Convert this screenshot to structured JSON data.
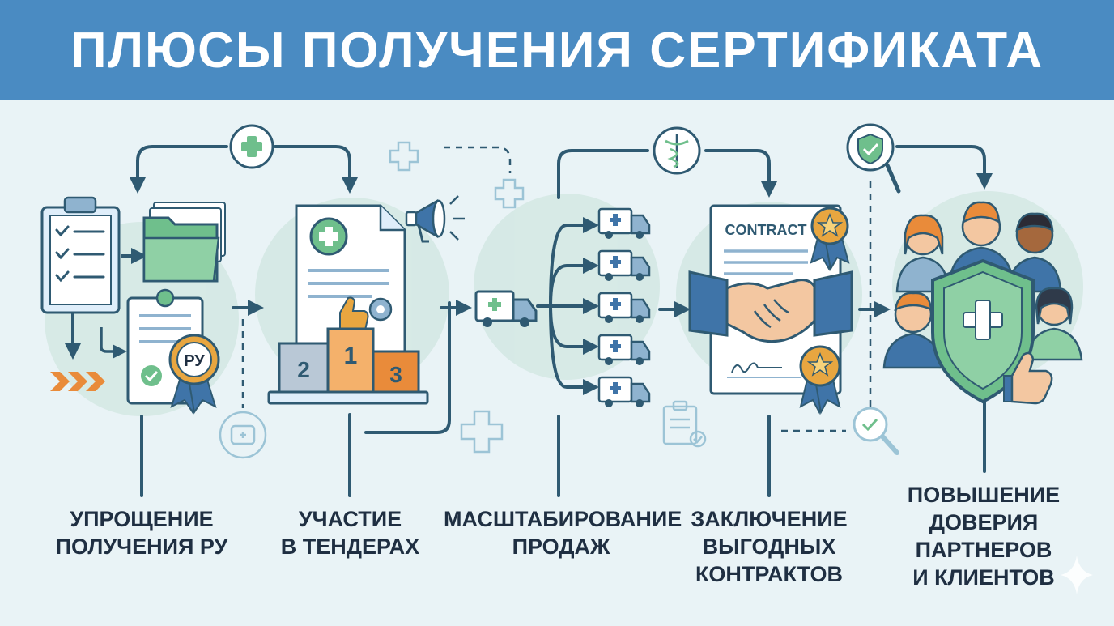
{
  "title": "ПЛЮСЫ ПОЛУЧЕНИЯ СЕРТИФИКАТА",
  "colors": {
    "header": "#4a8bc2",
    "background": "#e9f3f6",
    "line": "#2f5a72",
    "green": "#6fbf8c",
    "blue": "#3f74a8",
    "gold": "#e8a640",
    "orange": "#e98b3a"
  },
  "steps": [
    {
      "label_lines": [
        "УПРОЩЕНИЕ",
        "ПОЛУЧЕНИЯ РУ"
      ],
      "badge": "РУ"
    },
    {
      "label_lines": [
        "УЧАСТИЕ",
        "В ТЕНДЕРАХ"
      ],
      "podium": [
        "2",
        "1",
        "3"
      ]
    },
    {
      "label_lines": [
        "МАСШТАБИРОВАНИЕ",
        "ПРОДАЖ"
      ]
    },
    {
      "label_lines": [
        "ЗАКЛЮЧЕНИЕ",
        "ВЫГОДНЫХ",
        "КОНТРАКТОВ"
      ],
      "document_title": "CONTRACT"
    },
    {
      "label_lines": [
        "ПОВЫШЕНИЕ",
        "ДОВЕРИЯ",
        "ПАРТНЕРОВ",
        "И КЛИЕНТОВ"
      ]
    }
  ],
  "icons": [
    "plus-icon",
    "caduceus-icon",
    "shield-check-icon",
    "megaphone-icon",
    "truck-icon",
    "handshake-icon",
    "shield-plus-icon",
    "magnifier-icon",
    "clipboard-icon",
    "folder-icon",
    "ribbon-badge-icon"
  ]
}
